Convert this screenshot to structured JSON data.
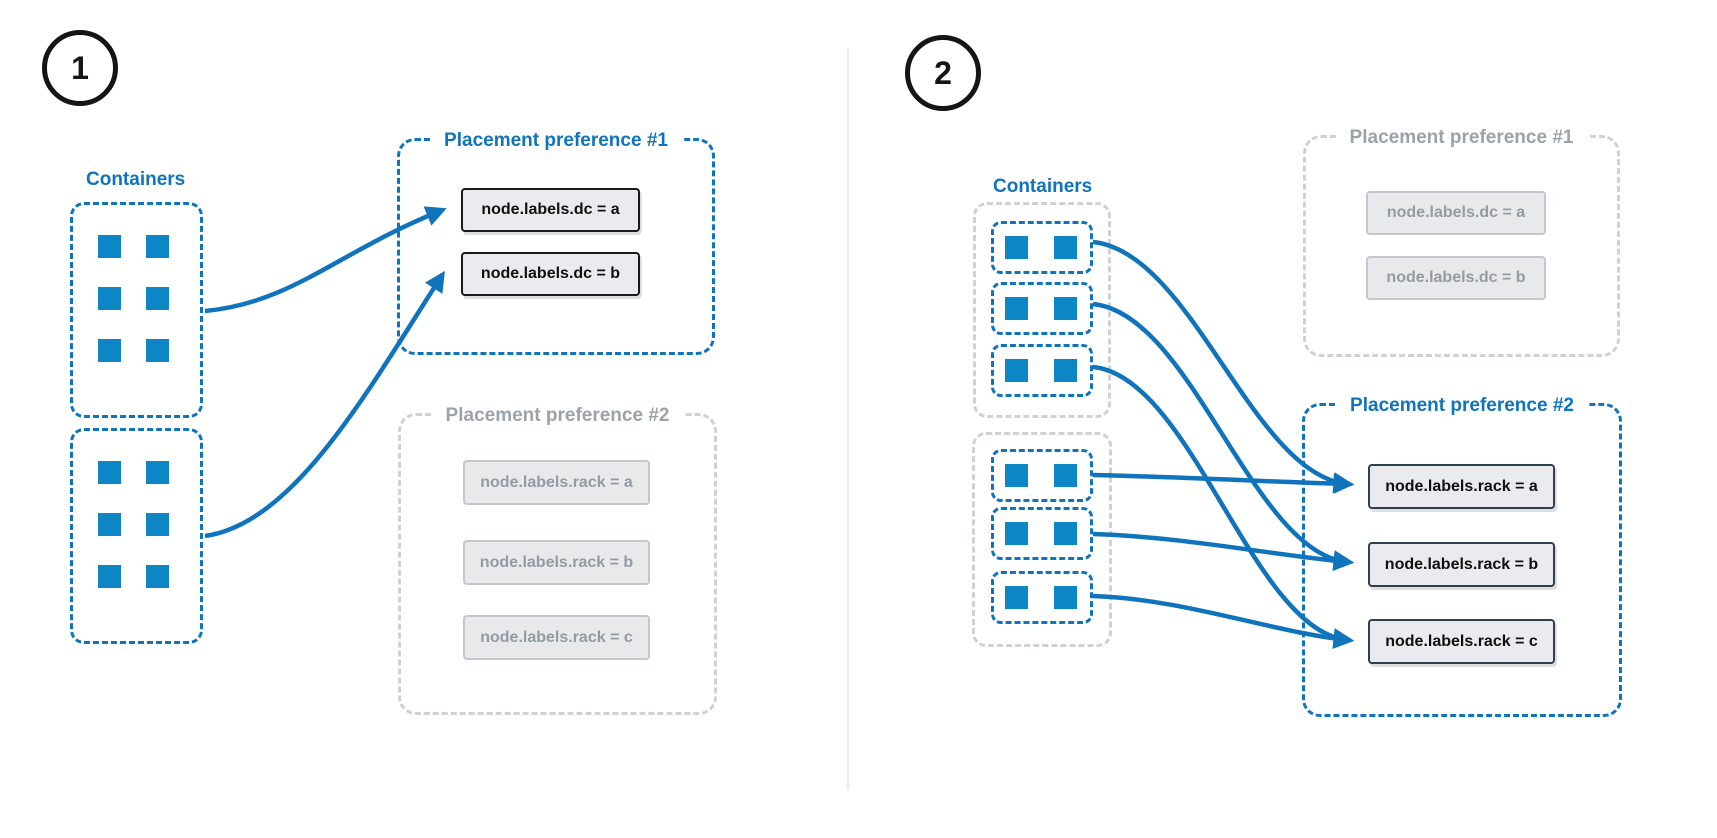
{
  "colors": {
    "blue": "#1074bc",
    "square_blue": "#0d86c6",
    "gray_dash": "#cdd2d7",
    "gray_title": "#9aa2aa",
    "gray_text": "#939ba3",
    "chip_bg": "#e9ebee",
    "chip_bg_gray": "#e7e9eb",
    "chip_border_dark": "#1a1a1a",
    "chip_border_slate": "#2e4150",
    "chip_border_gray": "#c2c8ce",
    "divider": "#ececec"
  },
  "panel1": {
    "badge": "1",
    "containers_label": "Containers",
    "squares_per_group": 6,
    "pref1": {
      "title": "Placement preference #1",
      "items": [
        "node.labels.dc = a",
        "node.labels.dc = b"
      ]
    },
    "pref2": {
      "title": "Placement preference #2",
      "items": [
        "node.labels.rack = a",
        "node.labels.rack = b",
        "node.labels.rack = c"
      ]
    }
  },
  "panel2": {
    "badge": "2",
    "containers_label": "Containers",
    "squares_per_group": 2,
    "pref1": {
      "title": "Placement preference #1",
      "items": [
        "node.labels.dc = a",
        "node.labels.dc = b"
      ]
    },
    "pref2": {
      "title": "Placement preference #2",
      "items": [
        "node.labels.rack = a",
        "node.labels.rack = b",
        "node.labels.rack = c"
      ]
    }
  }
}
